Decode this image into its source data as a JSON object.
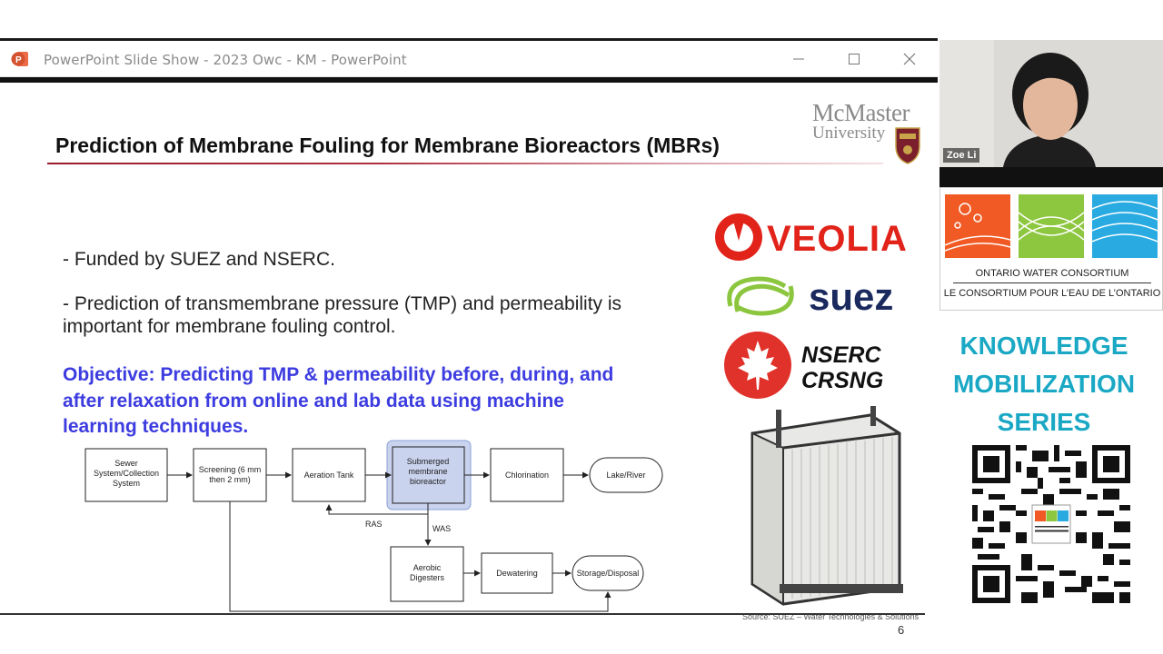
{
  "window": {
    "title": "PowerPoint Slide Show  -  2023 Owc - KM - PowerPoint",
    "app_icon": "powerpoint-icon",
    "controls": [
      "minimize-icon",
      "maximize-icon",
      "close-icon"
    ]
  },
  "slide": {
    "title": "Prediction of Membrane Fouling for Membrane Bioreactors (MBRs)",
    "bullets": [
      "- Funded by SUEZ and NSERC.",
      "- Prediction of transmembrane pressure (TMP) and permeability is",
      "important for membrane fouling control."
    ],
    "objective_lines": [
      "Objective: Predicting TMP & permeability before, during, and",
      "after relaxation from online and lab data using machine",
      "learning techniques."
    ],
    "logos": {
      "mcmaster_name": "McMaster",
      "mcmaster_sub": "University",
      "veolia": "VEOLIA",
      "suez": "suez",
      "nserc": "NSERC",
      "crsng": "CRSNG"
    },
    "diagram": {
      "nodes": {
        "sewer": [
          "Sewer",
          "System/Collection",
          "System"
        ],
        "screening": [
          "Screening (6 mm",
          "then 2 mm)"
        ],
        "aeration": [
          "Aeration Tank"
        ],
        "membrane": [
          "Submerged",
          "membrane",
          "bioreactor"
        ],
        "chlorination": [
          "Chlorination"
        ],
        "lake": [
          "Lake/River"
        ],
        "digesters": [
          "Aerobic",
          "Digesters"
        ],
        "dewatering": [
          "Dewatering"
        ],
        "storage": [
          "Storage/Disposal"
        ]
      },
      "labels": {
        "ras": "RAS",
        "was": "WAS"
      },
      "highlight_color": "#c9d3ee"
    },
    "source": "Source: SUEZ  – Water Technologies  & Solutions",
    "page_number": "6"
  },
  "sidebar": {
    "participant_name": "Zoe Li",
    "owc_line1": "ONTARIO WATER CONSORTIUM",
    "owc_line2": "LE CONSORTIUM POUR L’EAU DE L’ONTARIO",
    "series_lines": [
      "KNOWLEDGE",
      "MOBILIZATION",
      "SERIES"
    ]
  },
  "colors": {
    "objective": "#3c3ce0",
    "series": "#1aa8c4",
    "veolia": "#e2231a",
    "suez_green": "#8cc63f",
    "suez_navy": "#1b2a5e",
    "nserc_red": "#e0312a"
  }
}
